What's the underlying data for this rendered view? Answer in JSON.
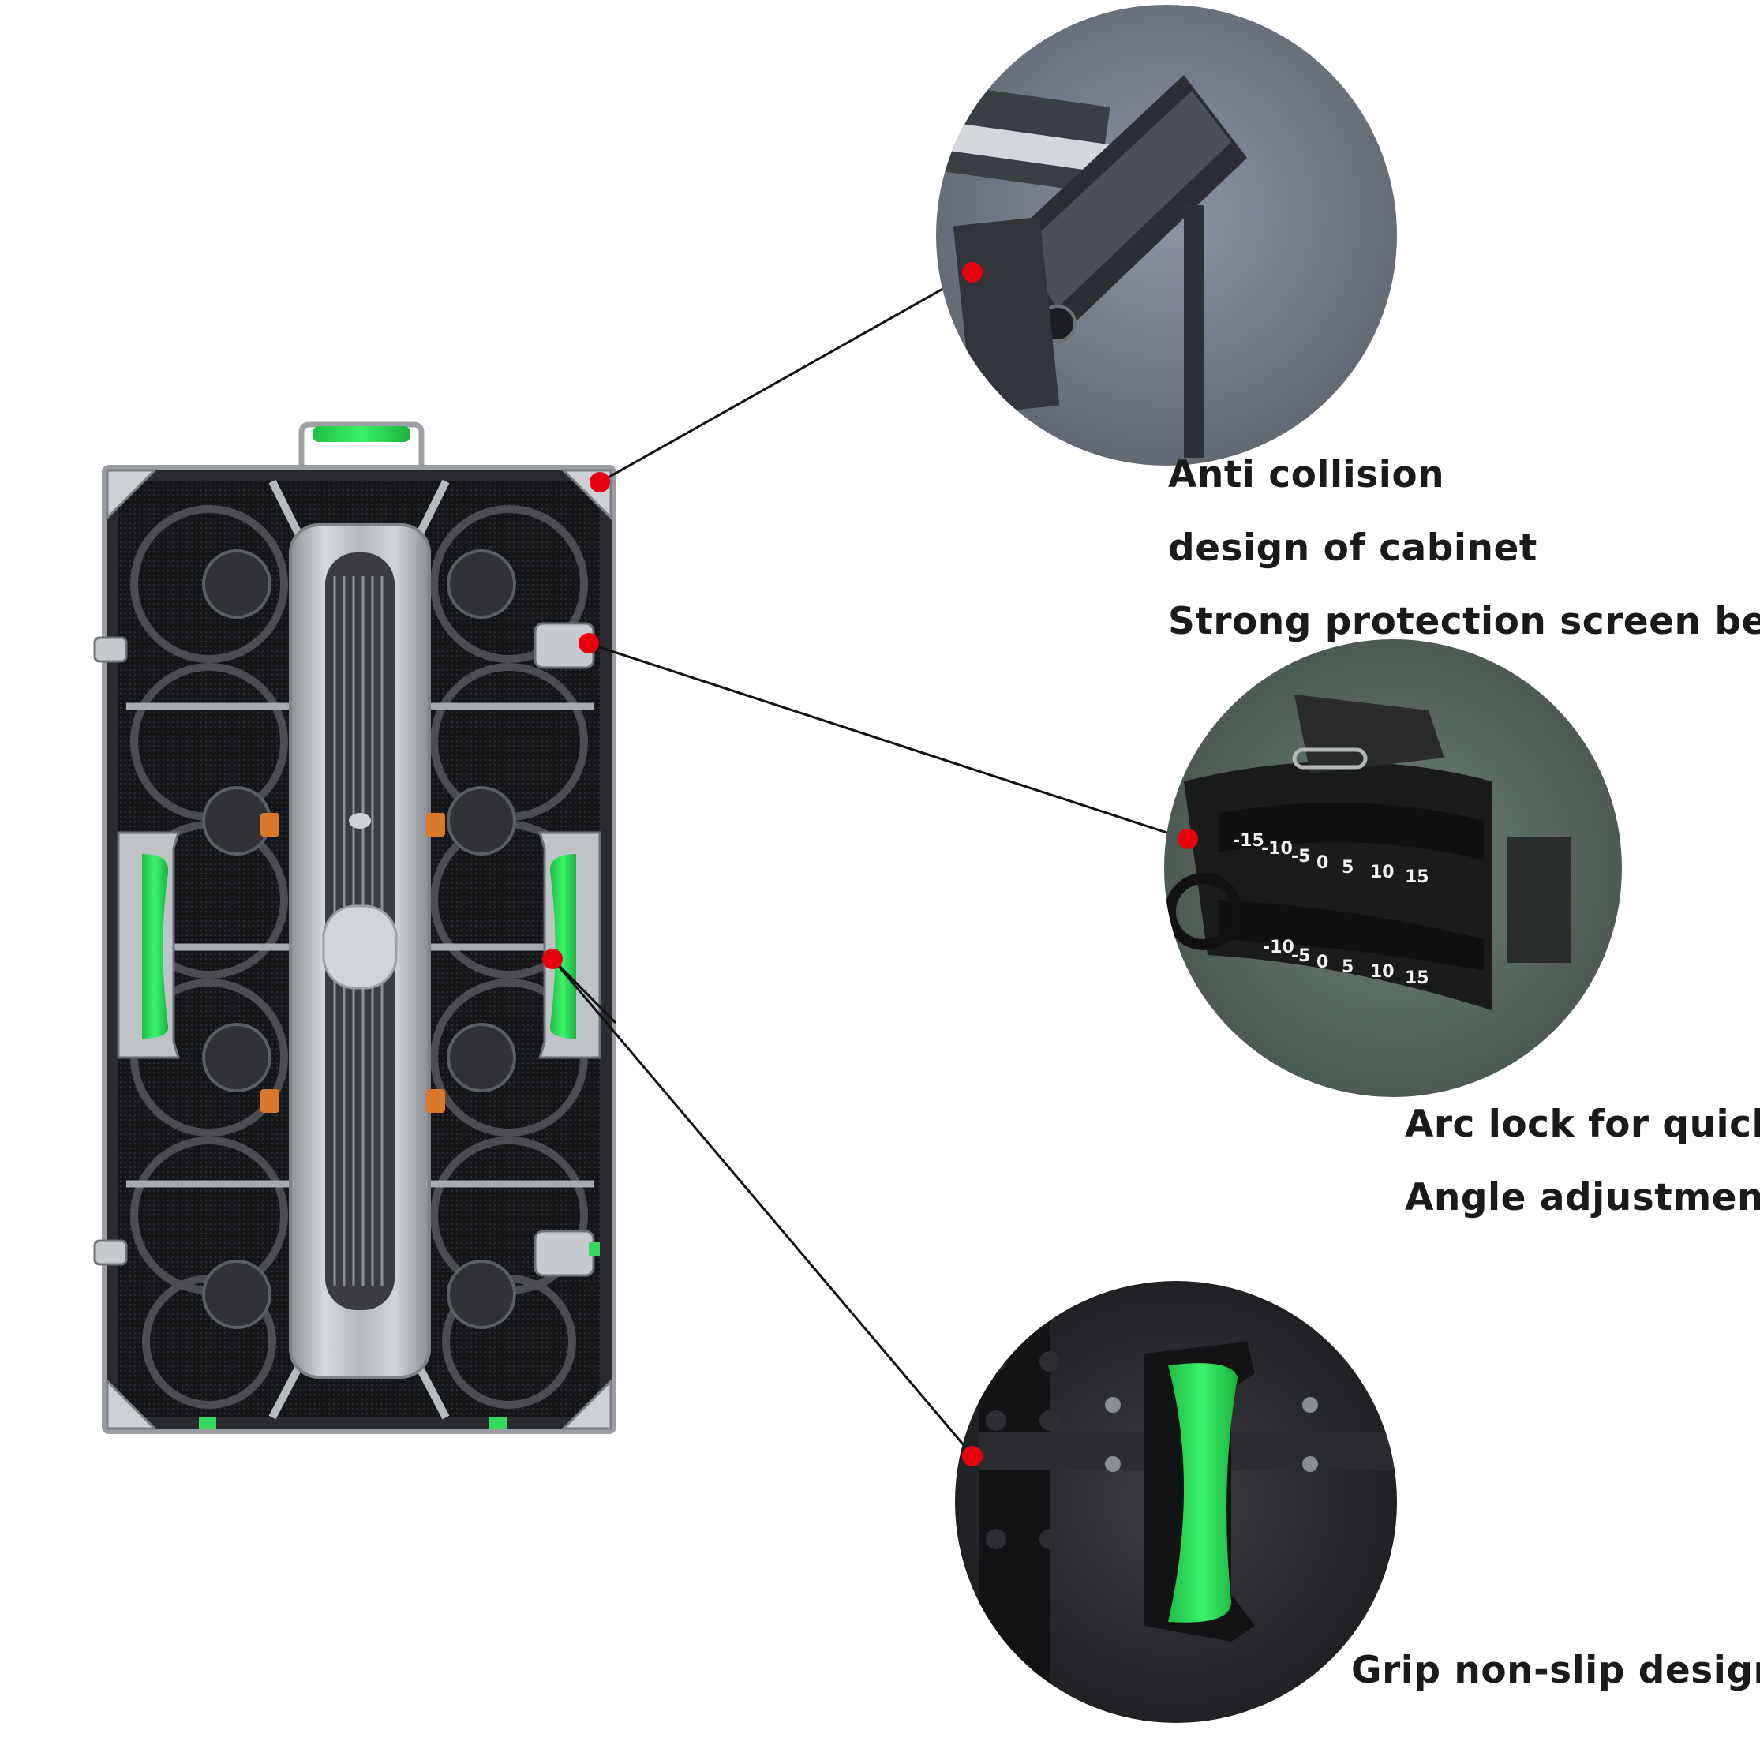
{
  "callouts": [
    {
      "id": "anti-collision",
      "lines": [
        "Anti collision",
        "design of cabinet",
        "Strong protection screen bead"
      ]
    },
    {
      "id": "arc-lock",
      "lines": [
        "Arc lock for quick",
        "Angle adjustment"
      ],
      "scale_labels_top": [
        "-15",
        "-10",
        "-5",
        "0",
        "5",
        "10",
        "15"
      ],
      "scale_labels_bottom": [
        "-10",
        "-5",
        "0",
        "5",
        "10",
        "15"
      ]
    },
    {
      "id": "grip",
      "lines": [
        "Grip non-slip design"
      ]
    }
  ],
  "colors": {
    "marker": "#e8000f",
    "grip_green": "#2fe85a",
    "cabinet_dark": "#1b1c1e",
    "frame_silver": "#b9bdc2",
    "leader_line": "#111111"
  }
}
